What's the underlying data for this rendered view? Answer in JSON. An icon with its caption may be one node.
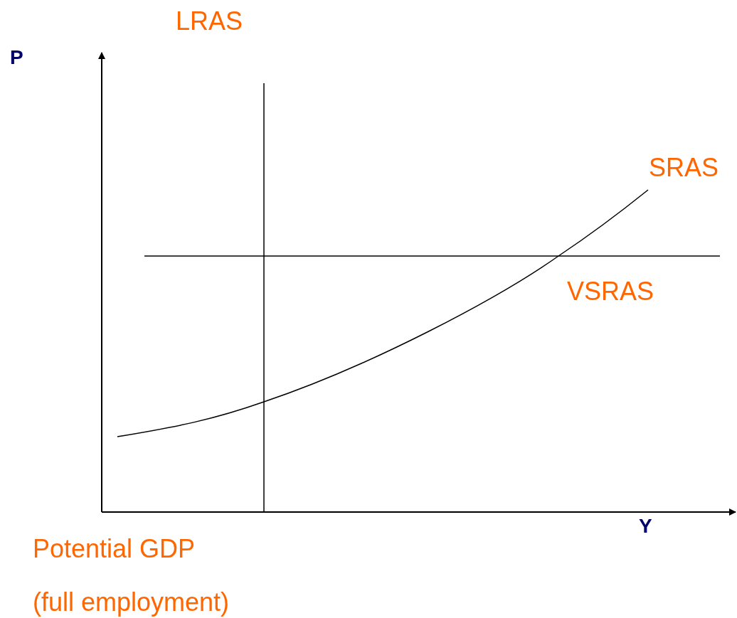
{
  "diagram": {
    "labels": [
      "LRAS",
      "P",
      "SRAS",
      "VSRAS",
      "Y",
      "Potential GDP",
      "(full employment)"
    ]
  }
}
